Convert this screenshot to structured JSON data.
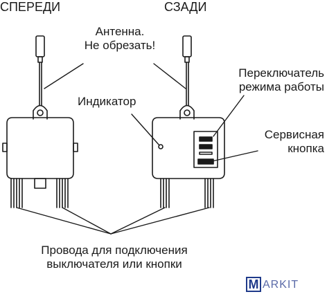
{
  "labels": {
    "front": "СПЕРЕДИ",
    "back": "СЗАДИ",
    "antenna_line1": "Антенна.",
    "antenna_line2": "Не обрезать!",
    "indicator": "Индикатор",
    "switch_line1": "Переключатель",
    "switch_line2": "режима работы",
    "service_line1": "Сервисная",
    "service_line2": "кнопка",
    "wires_line1": "Провода для подключения",
    "wires_line2": "выключателя или кнопки"
  },
  "logo": {
    "initial": "M",
    "rest": "ARKIT",
    "colors": {
      "box": "#1f3a8a",
      "text": "#5a6aa8"
    }
  },
  "colors": {
    "stroke": "#1a1a1a",
    "background": "#ffffff"
  }
}
